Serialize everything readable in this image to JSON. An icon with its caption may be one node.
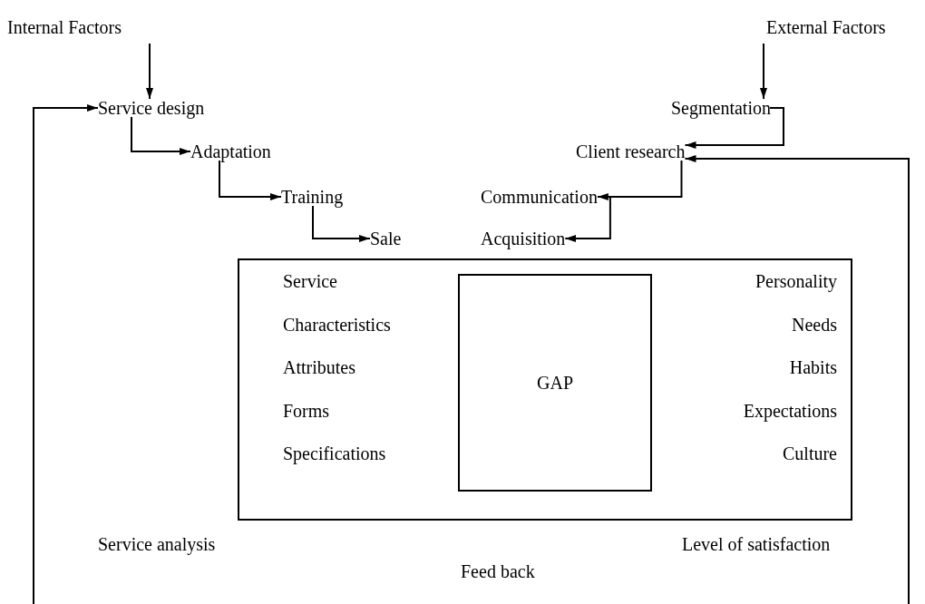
{
  "diagram": {
    "nodes": [
      {
        "text": [
          "Internal Factors"
        ]
      },
      {
        "text": [
          "External Factors"
        ]
      },
      {
        "text": [
          "Service design"
        ]
      },
      {
        "text": [
          "Adaptation"
        ]
      },
      {
        "text": [
          "Training"
        ]
      },
      {
        "text": [
          "Sale"
        ]
      },
      {
        "text": [
          "Segmentation"
        ]
      },
      {
        "text": [
          "Client research"
        ]
      },
      {
        "text": [
          "Communication"
        ]
      },
      {
        "text": [
          "Acquisition"
        ]
      },
      {
        "text": [
          "Service",
          "Characteristics",
          "Attributes",
          "Forms",
          "Specifications",
          "Personality",
          "Needs",
          "Habits",
          "Expectations",
          "Culture"
        ]
      },
      {
        "text": [
          "GAP"
        ],
        "in": 10
      }
    ],
    "edges": [
      {
        "from": 0,
        "to": 2,
        "arrow": "to"
      },
      {
        "from": 1,
        "to": 6,
        "arrow": "to"
      },
      {
        "from": 2,
        "to": 3,
        "arrow": "to"
      },
      {
        "from": 3,
        "to": 4,
        "arrow": "to"
      },
      {
        "from": 4,
        "to": 5,
        "arrow": "to"
      },
      {
        "from": 6,
        "to": 7,
        "arrow": "to"
      },
      {
        "from": 7,
        "to": 8,
        "arrow": "to"
      },
      {
        "from": 8,
        "to": 9,
        "arrow": "to"
      },
      {
        "from": null,
        "to": 2,
        "arrow": "to"
      },
      {
        "from": null,
        "to": 7,
        "arrow": "to"
      }
    ],
    "labels": [
      "Service analysis",
      "Level of satisfaction",
      "Feed back"
    ]
  }
}
